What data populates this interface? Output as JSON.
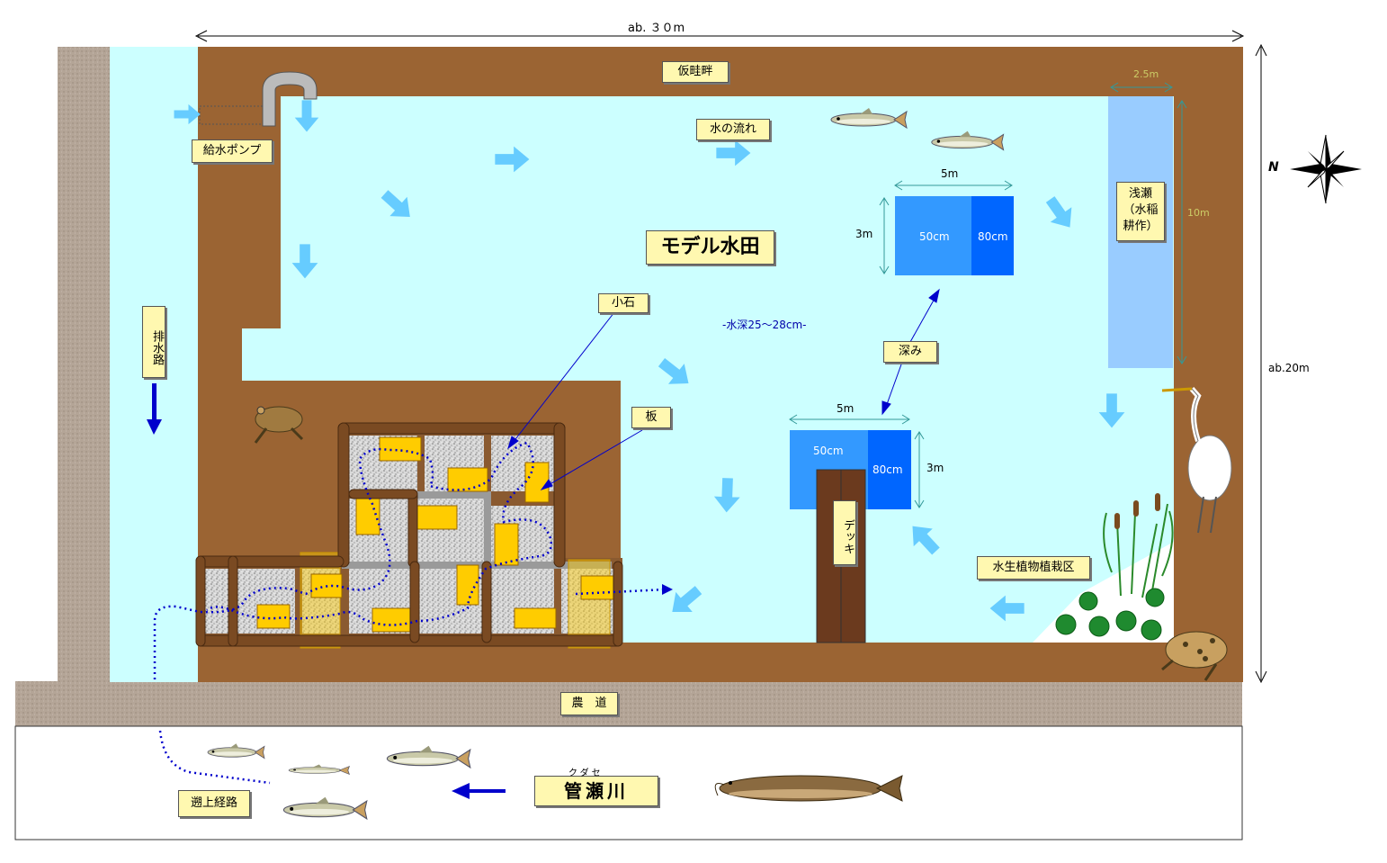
{
  "dimensions": {
    "width_label": "ab. ３０m",
    "height_label": "ab.20m"
  },
  "labels": {
    "levee": "仮畦畔",
    "pump": "給水ポンプ",
    "flow": "水の流れ",
    "paddy": "モデル水田",
    "depth_note": "-水深25～28cm-",
    "pebbles": "小石",
    "board": "板",
    "deep": "深み",
    "drain": "排水路",
    "shallow": "浅瀬（水稲耕作）",
    "deck": "デッキ",
    "aquatic": "水生植物植栽区",
    "farm_road": "農　道",
    "upstream": "遡上経路",
    "river": "管瀬川",
    "river_ruby": "クダセ"
  },
  "pool_upper": {
    "width": "5m",
    "height": "3m",
    "zone_a": "50cm",
    "zone_b": "80cm"
  },
  "pool_lower": {
    "width": "5m",
    "height": "3m",
    "zone_a": "50cm",
    "zone_b": "80cm"
  },
  "shallow_dims": {
    "width": "2.5m",
    "length": "10m"
  },
  "compass": {
    "north": "N"
  },
  "colors": {
    "soil": "#9b6433",
    "water": "#ccffff",
    "gravel_road": "#b3a494",
    "deep_80": "#0066ff",
    "deep_50": "#3399ff",
    "shallow": "#99ccff",
    "label_bg": "#fff8b0"
  },
  "icons": [
    "pump-pipe-icon",
    "compass-icon",
    "egret-icon",
    "frog-icon",
    "fish-icon",
    "catfish-icon",
    "cattail-icon",
    "water-plant-icon",
    "flow-arrow-icon"
  ]
}
